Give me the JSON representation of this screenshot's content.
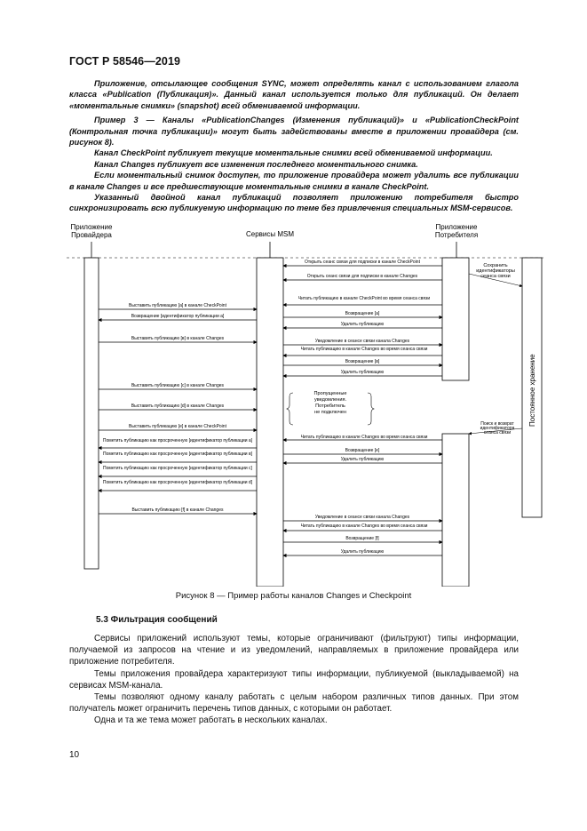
{
  "header": {
    "standard": "ГОСТ Р 58546—2019"
  },
  "note": {
    "p1": "Приложение, отсылающее сообщения SYNC, может определять канал с использованием глагола класса «Publication (Публикация)». Данный канал используется только для публикаций. Он делает «моментальные снимки» (snapshot) всей обмениваемой информации.",
    "p2": "Пример 3 — Каналы «PublicationChanges (Изменения публикаций)» и «PublicationCheckPoint (Контрольная точка публикации)» могут быть задействованы вместе в приложении провайдера (см. рисунок 8).",
    "p3": "Канал CheckPoint публикует текущие моментальные снимки всей обмениваемой информации.",
    "p4": "Канал Changes публикует все изменения последнего моментального снимка.",
    "p5": "Если моментальный снимок доступен, то приложение провайдера может удалить все публикации в канале Changes и все предшествующие моментальные снимки в канале CheckPoint.",
    "p6": "Указанный двойной канал публикаций позволяет приложению потребителя быстро синхронизировать всю публикуемую информацию по теме без привлечения специальных MSM-сервисов."
  },
  "diagram": {
    "lanes": {
      "provider": "Приложение Провайдера",
      "msm": "Сервисы MSM",
      "consumer": "Приложение Потребителя"
    },
    "storage_label": "Постоянное хранение",
    "right_notes": {
      "save": "Сохранить идентификаторы сеанса связи",
      "restore": "Поиск и возврат идентификатора сеанса связи"
    },
    "skipped_note": "Пропущенные уведомления. Потребитель не подключен",
    "messages": [
      "Открыть сеанс связи для подписки в канале CheckPoint",
      "Открыть сеанс связи для подписки в канале Changes",
      "Читать публикацию в канале CheckPoint во время сеанса связи",
      "Выставить публикацию [a] в канале CheckPoint",
      "Возвращение [идентификатор публикации a]",
      "Возвращение [a]",
      "Удалить публикацию",
      "Выставить публикацию [в] в канале Changes",
      "Уведомление в сеансе связи канала Changes",
      "Читать публикацию в канале Changes во время сеанса связи",
      "Возвращение [в]",
      "Удалить публикацию",
      "Выставить публикацию [с] в канале Changes",
      "Выставить публикацию [d] в канале Changes",
      "Выставить публикацию [e] в канале CheckPoint",
      "Пометить публикацию как просроченную [идентификатор публикации a]",
      "Пометить публикацию как просроченную [идентификатор публикации в]",
      "Пометить публикацию как просроченную [идентификатор публикации c]",
      "Пометить публикацию как просроченную [идентификатор публикации d]",
      "Читать публикацию в канале Changes во время сеанса связи",
      "Возвращение [e]",
      "Удалить публикацию",
      "Выставить публикацию [f] в канале Changes",
      "Уведомление в сеансе связи канала Changes",
      "Читать публикацию в канале Changes во время сеанса связи",
      "Возвращение [f]",
      "Удалить публикацию"
    ]
  },
  "caption": "Рисунок 8 — Пример работы каналов Changes и Checkpoint",
  "section": {
    "title": "5.3 Фильтрация сообщений"
  },
  "body": {
    "p1": "Сервисы приложений используют темы, которые ограничивают (фильтруют) типы информации, получаемой из запросов на чтение и из уведомлений, направляемых в приложение провайдера или приложение потребителя.",
    "p2": "Темы приложения провайдера характеризуют типы информации, публикуемой (выкладываемой) на сервисах MSM-канала.",
    "p3": "Темы позволяют одному каналу работать с целым набором различных типов данных. При этом получатель может ограничить перечень типов данных, с которыми он работает.",
    "p4": "Одна и та же тема может работать в нескольких каналах."
  },
  "page_number": "10"
}
